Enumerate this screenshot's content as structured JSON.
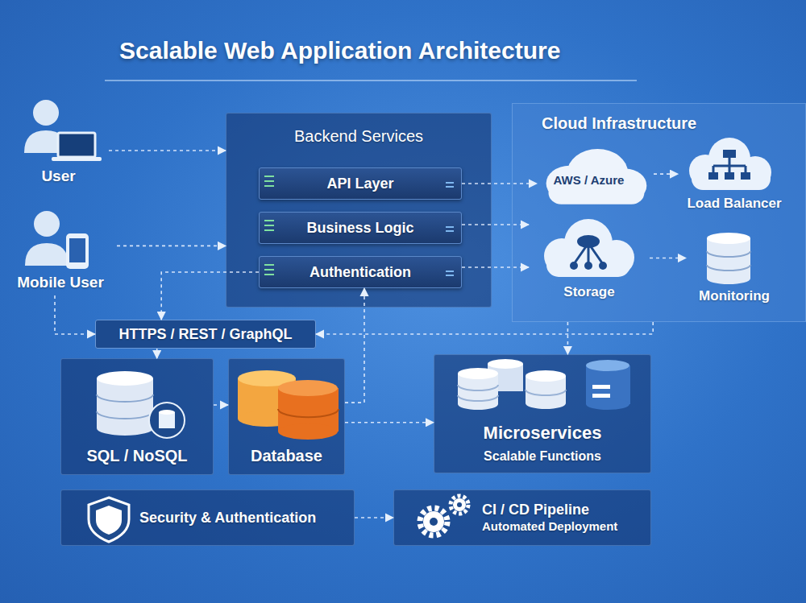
{
  "diagram": {
    "title": "Scalable Web Application Architecture",
    "nodes": [
      {
        "text": [
          "User"
        ]
      },
      {
        "text": [
          "Mobile User"
        ]
      },
      {
        "text": [
          "Backend Services"
        ]
      },
      {
        "text": [
          "API Layer"
        ],
        "in": 2
      },
      {
        "text": [
          "Business Logic"
        ],
        "in": 2
      },
      {
        "text": [
          "Authentication"
        ],
        "in": 2
      },
      {
        "text": [
          "Cloud Infrastructure"
        ]
      },
      {
        "text": [
          "AWS / Azure"
        ],
        "in": 6
      },
      {
        "text": [
          "Load Balancer"
        ],
        "in": 6
      },
      {
        "text": [
          "Storage"
        ],
        "in": 6
      },
      {
        "text": [
          "Monitoring"
        ],
        "in": 6
      },
      {
        "text": [
          "HTTPS / REST / GraphQL"
        ]
      },
      {
        "text": [
          "SQL / NoSQL"
        ]
      },
      {
        "text": [
          "Database"
        ]
      },
      {
        "text": [
          "Microservices",
          "Scalable Functions"
        ]
      },
      {
        "text": [
          "Security & Authentication"
        ]
      },
      {
        "text": [
          "CI / CD Pipeline",
          "Automated Deployment"
        ]
      }
    ],
    "edges": [
      {
        "from": 0,
        "to": 2,
        "arrow": "to"
      },
      {
        "from": 1,
        "to": 2,
        "arrow": "to"
      },
      {
        "from": 1,
        "to": 11,
        "arrow": "to"
      },
      {
        "from": 5,
        "to": 11,
        "arrow": "to"
      },
      {
        "from": 11,
        "to": 12,
        "arrow": "to"
      },
      {
        "from": 3,
        "to": 7,
        "arrow": "to"
      },
      {
        "from": 4,
        "to": 9,
        "arrow": "to"
      },
      {
        "from": 5,
        "to": 9,
        "arrow": "to"
      },
      {
        "from": 7,
        "to": 8,
        "arrow": "to"
      },
      {
        "from": 9,
        "to": 10,
        "arrow": "to"
      },
      {
        "from": 6,
        "to": 14,
        "arrow": "to"
      },
      {
        "from": 6,
        "to": 11,
        "arrow": "to"
      },
      {
        "from": 12,
        "to": 13,
        "arrow": "to"
      },
      {
        "from": 13,
        "to": 5,
        "arrow": "to"
      },
      {
        "from": 13,
        "to": 14,
        "arrow": "to"
      },
      {
        "from": 15,
        "to": 16,
        "arrow": "to"
      }
    ]
  }
}
